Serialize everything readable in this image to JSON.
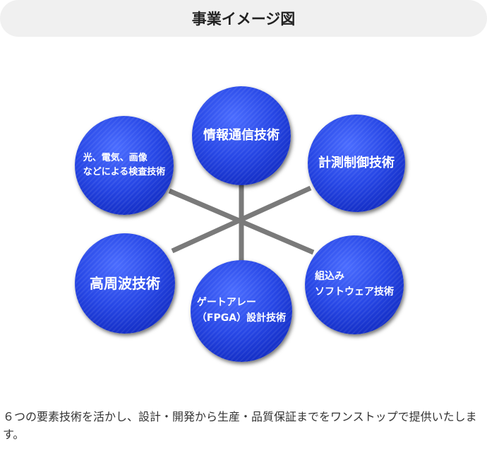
{
  "header": {
    "title": "事業イメージ図"
  },
  "nodes": {
    "top": {
      "lines": [
        "情報通信技術"
      ]
    },
    "tr": {
      "lines": [
        "計測制御技術"
      ]
    },
    "tl": {
      "lines": [
        "光、電気、画像",
        "などによる検査技術"
      ]
    },
    "br": {
      "lines": [
        "組込み",
        "ソフトウェア技術"
      ]
    },
    "bl": {
      "lines": [
        "高周波技術"
      ]
    },
    "bottom": {
      "lines": [
        "ゲートアレー",
        "（FPGA）設計技術"
      ]
    }
  },
  "colors": {
    "node": "#2240e0",
    "connector": "#7a7a7a",
    "header_bg": "#f0f0f0"
  },
  "footer": {
    "text": "６つの要素技術を活かし、設計・開発から生産・品質保証までをワンストップで提供いたします。"
  }
}
